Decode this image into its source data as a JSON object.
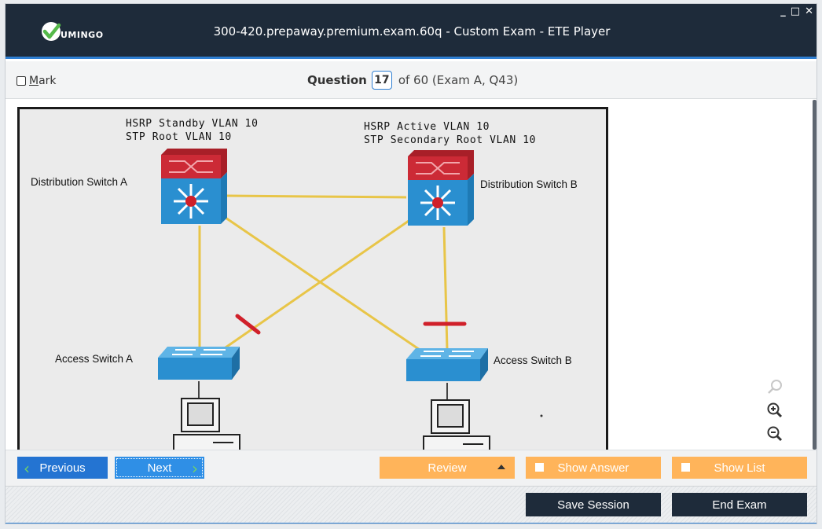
{
  "app": {
    "logo_text": "UMINGO",
    "window_title": "300-420.prepaway.premium.exam.60q - Custom Exam - ETE Player",
    "controls": {
      "minimize": "_",
      "maximize": "□",
      "close": "✕"
    }
  },
  "question_bar": {
    "mark_label": "Mark",
    "question_word": "Question",
    "question_number": "17",
    "question_of": "of 60 (Exam A, Q43)"
  },
  "diagram": {
    "left_header": "HSRP Standby VLAN 10\nSTP Root VLAN 10",
    "right_header": "HSRP Active VLAN 10\nSTP Secondary Root VLAN 10",
    "dist_a": "Distribution Switch A",
    "dist_b": "Distribution Switch B",
    "access_a": "Access Switch A",
    "access_b": "Access Switch B",
    "colors": {
      "link": "#e8c548",
      "blocked": "#d0202a",
      "switch_top": "#cc2a36",
      "switch_body": "#2a8fd0"
    }
  },
  "zoom": {
    "tools": [
      "search-icon",
      "zoom-in-icon",
      "zoom-out-icon"
    ]
  },
  "nav": {
    "previous": "Previous",
    "next": "Next",
    "review": "Review",
    "show_answer": "Show Answer",
    "show_list": "Show List"
  },
  "footer": {
    "save_session": "Save Session",
    "end_exam": "End Exam"
  }
}
